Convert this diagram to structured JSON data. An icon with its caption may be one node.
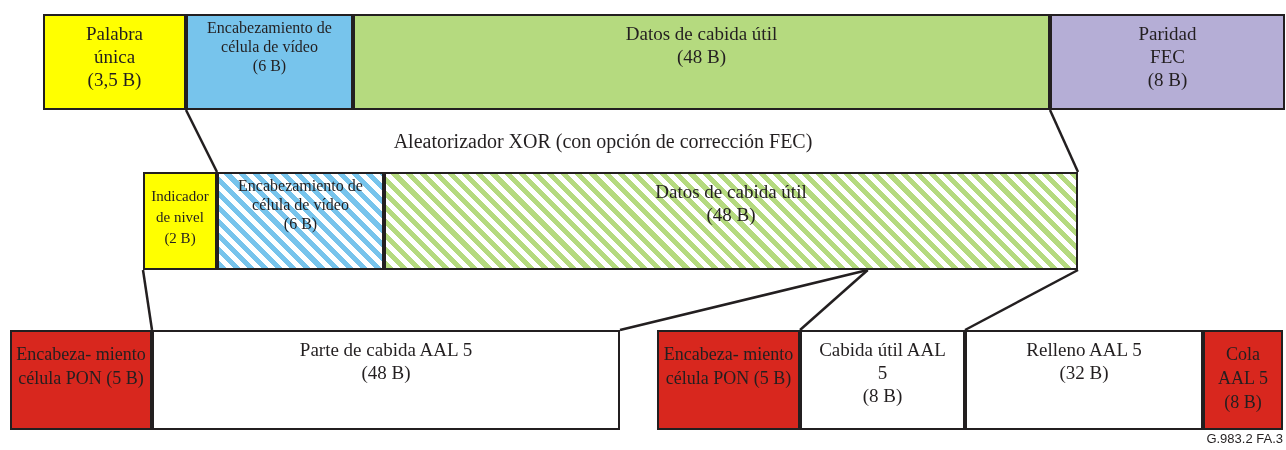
{
  "diagram": {
    "nodes": [
      {
        "text": [
          "Palabra única",
          "(3,5 B)"
        ]
      },
      {
        "text": [
          "Encabezamiento de célula de vídeo",
          "(6 B)"
        ]
      },
      {
        "text": [
          "Datos de cabida útil",
          "(48 B)"
        ]
      },
      {
        "text": [
          "Paridad FEC",
          "(8 B)"
        ]
      },
      {
        "text": [
          "Indicador de nivel",
          "(2 B)"
        ]
      },
      {
        "text": [
          "Encabezamiento de célula de vídeo",
          "(6 B)"
        ]
      },
      {
        "text": [
          "Datos de cabida útil",
          "(48 B)"
        ]
      },
      {
        "text": [
          "Encabeza- miento célula PON (5 B)"
        ]
      },
      {
        "text": [
          "Parte de cabida AAL 5",
          "(48 B)"
        ]
      },
      {
        "text": [
          "Encabeza- miento célula PON (5 B)"
        ]
      },
      {
        "text": [
          "Cabida útil AAL 5",
          "(8 B)"
        ]
      },
      {
        "text": [
          "Relleno AAL 5",
          "(32 B)"
        ]
      },
      {
        "text": [
          "Cola AAL 5",
          "(8 B)"
        ]
      }
    ],
    "edges": [
      {
        "from": 1,
        "to": 4,
        "arrow": "none"
      },
      {
        "from": 3,
        "to": 6,
        "arrow": "none"
      },
      {
        "from": 4,
        "to": 8,
        "arrow": "none"
      },
      {
        "from": 6,
        "to": 8,
        "arrow": "none"
      },
      {
        "from": 6,
        "to": 10,
        "arrow": "none"
      },
      {
        "from": 6,
        "to": 11,
        "arrow": "none"
      }
    ],
    "labels": [
      "Aleatorizador XOR (con opción de corrección FEC)",
      "G.983.2  FA.3"
    ]
  }
}
